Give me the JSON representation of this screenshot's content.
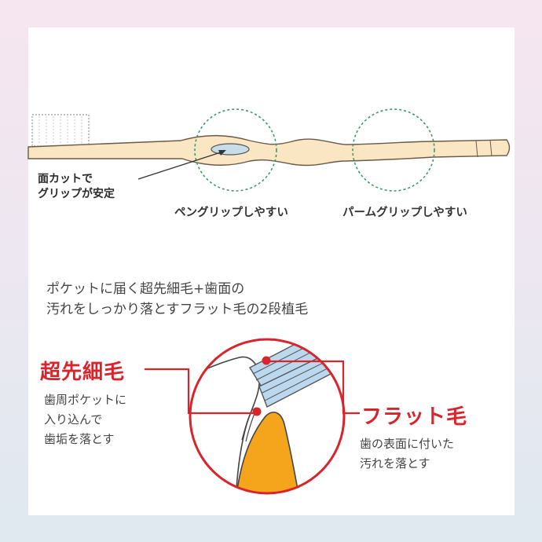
{
  "diagram": {
    "brush": {
      "face_cut_note": [
        "面カットで",
        "グリップが安定"
      ],
      "pen_grip_label": "ペングリップしやすい",
      "palm_grip_label": "パームグリップしやすい"
    },
    "headline": {
      "line1": "ポケットに届く超先細毛+歯面の",
      "line2": "汚れをしっかり落とすフラット毛の2段植毛"
    },
    "ultra_fine": {
      "title": "超先細毛",
      "desc": [
        "歯周ポケットに",
        "入り込んで",
        "歯垢を落とす"
      ]
    },
    "flat": {
      "title": "フラット毛",
      "desc": [
        "歯の表面に付いた",
        "汚れを落とす"
      ]
    },
    "colors": {
      "accent_red": "#d9242c",
      "handle": "#fbe6c3",
      "circle_dash": "#3c9a68",
      "gum": "#f5a51c",
      "bristle_blue": "#bcd8ee"
    }
  }
}
